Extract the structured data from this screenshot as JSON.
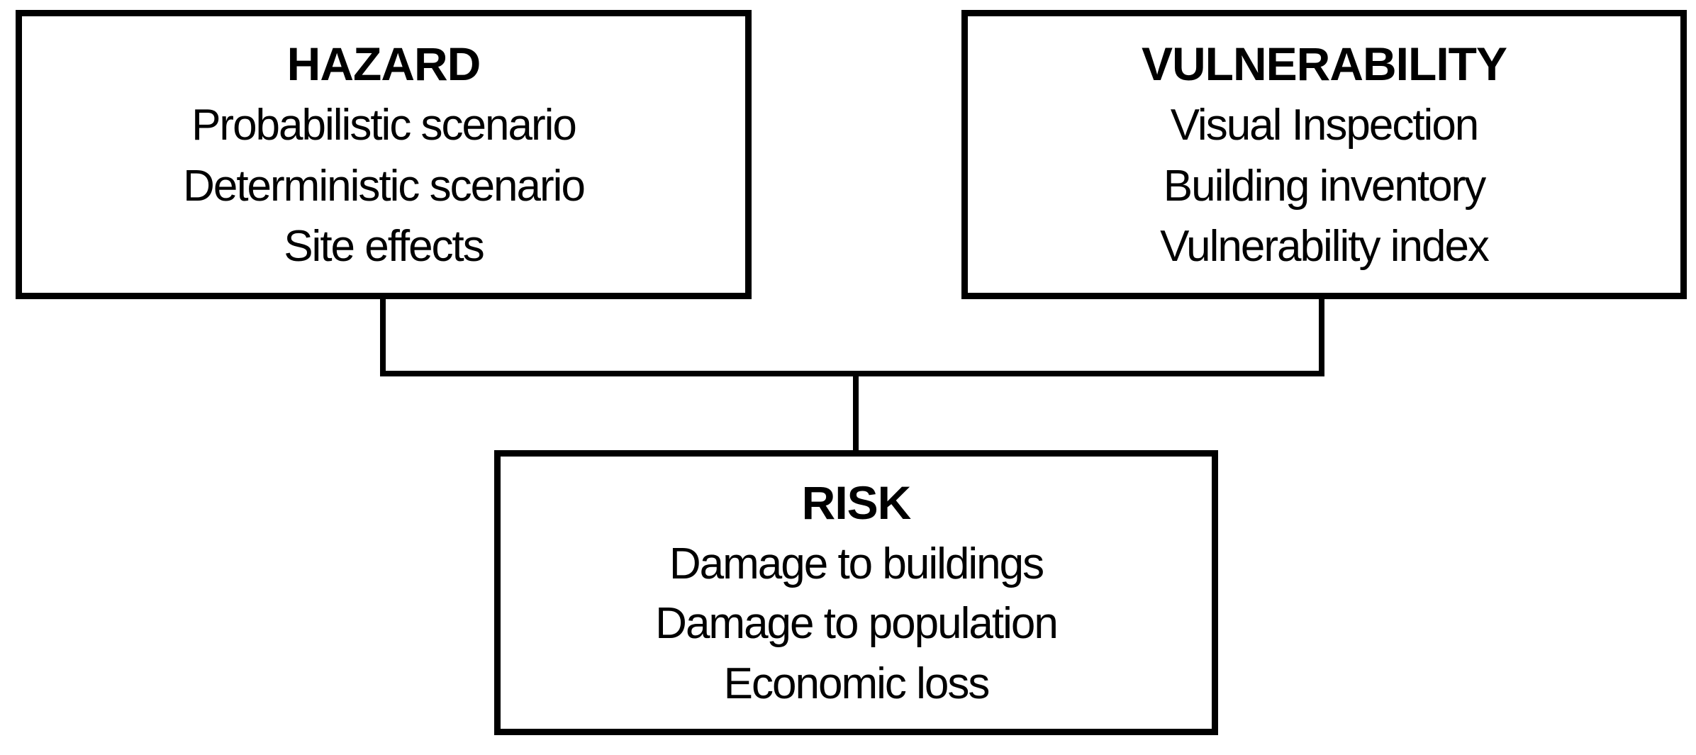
{
  "diagram": {
    "background_color": "#ffffff",
    "line_color": "#000000",
    "boxes": [
      {
        "id": "hazard",
        "title": "HAZARD",
        "items": [
          "Probabilistic scenario",
          "Deterministic scenario",
          "Site effects"
        ]
      },
      {
        "id": "vulnerability",
        "title": "VULNERABILITY",
        "items": [
          "Visual Inspection",
          "Building inventory",
          "Vulnerability index"
        ]
      },
      {
        "id": "risk",
        "title": "RISK",
        "items": [
          "Damage to buildings",
          "Damage to population",
          "Economic loss"
        ]
      }
    ]
  }
}
